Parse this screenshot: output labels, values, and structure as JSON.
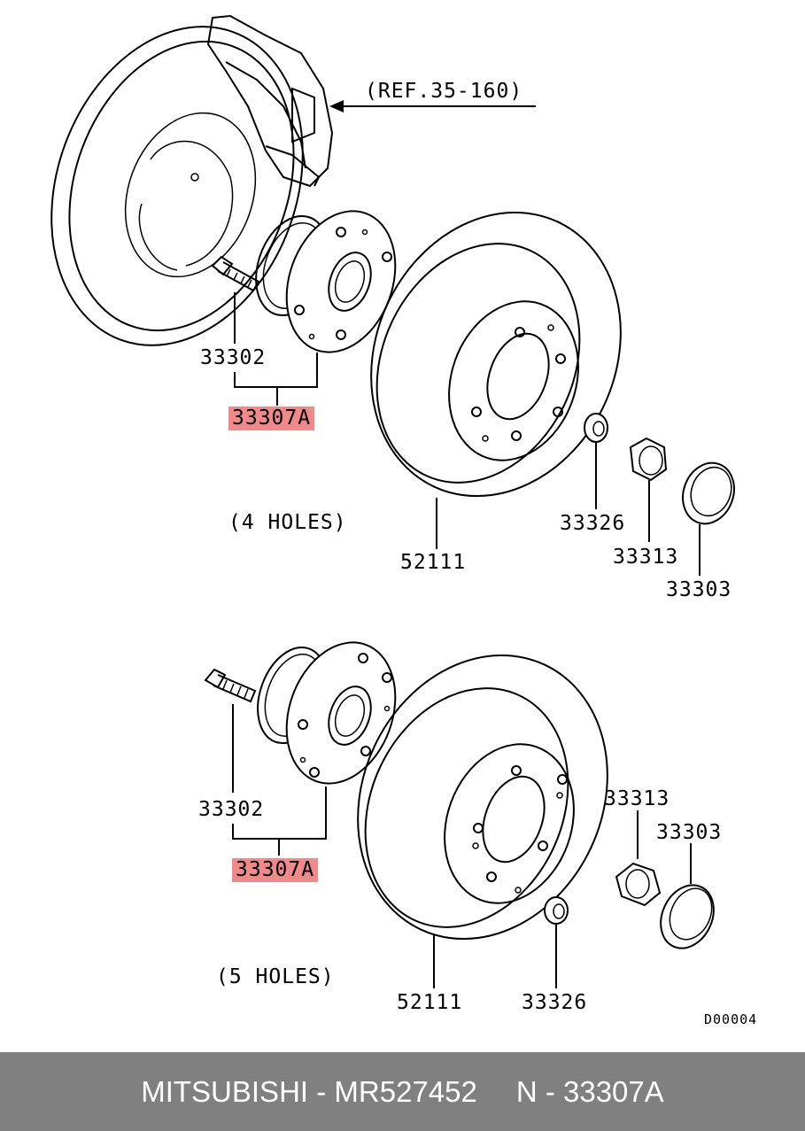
{
  "diagram": {
    "ref_label": "(REF.35-160)",
    "top": {
      "stud": "33302",
      "hub_assembly": "33307A",
      "holes": "(4 HOLES)",
      "disc": "52111",
      "washer": "33326",
      "nut": "33313",
      "cap": "33303"
    },
    "bottom": {
      "stud": "33302",
      "hub_assembly": "33307A",
      "holes": "(5 HOLES)",
      "disc": "52111",
      "washer": "33326",
      "nut": "33313",
      "cap": "33303"
    },
    "drawing_code": "D00004"
  },
  "footer": {
    "brand_part": "MITSUBISHI - MR527452",
    "ref_part": "N - 33307A"
  },
  "colors": {
    "highlight": "#f08a8a",
    "footer_bg": "#808080",
    "footer_text": "#ffffff"
  }
}
